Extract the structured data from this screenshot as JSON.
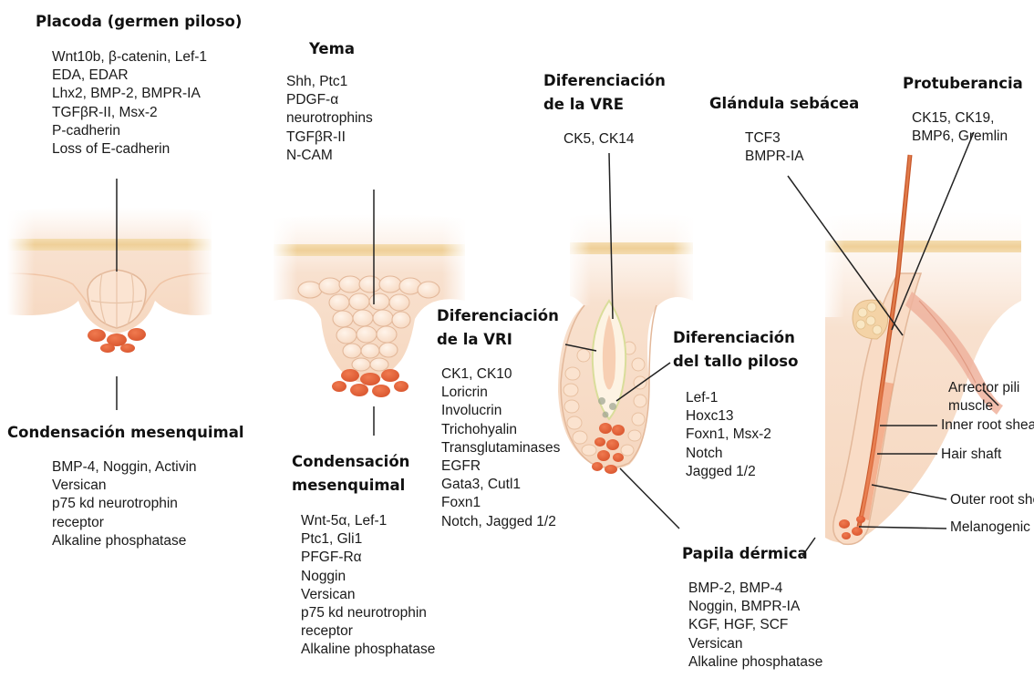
{
  "stage1": {
    "heading": "Placoda (germen piloso)",
    "markers": [
      "Wnt10b, β-catenin, Lef-1",
      "EDA, EDAR",
      "Lhx2, BMP-2, BMPR-IA",
      "TGFβR-II, Msx-2",
      "P-cadherin",
      "Loss of E-cadherin"
    ],
    "condensation": {
      "heading": "Condensación mesenquimal",
      "markers": [
        "BMP-4, Noggin, Activin",
        "Versican",
        "p75 kd neurotrophin",
        "receptor",
        "Alkaline phosphatase"
      ]
    }
  },
  "stage2": {
    "heading": "Yema",
    "markers": [
      "Shh, Ptc1",
      "PDGF-α",
      "neurotrophins",
      "TGFβR-II",
      "N-CAM"
    ],
    "condensation": {
      "heading_line1": "Condensación",
      "heading_line2": "mesenquimal",
      "markers": [
        "Wnt-5α, Lef-1",
        "Ptc1, Gli1",
        "PFGF-Rα",
        "Noggin",
        "Versican",
        "p75 kd neurotrophin",
        "receptor",
        "Alkaline phosphatase"
      ]
    }
  },
  "stage3": {
    "vre": {
      "heading_line1": "Diferenciación",
      "heading_line2": "de la VRE",
      "markers": [
        "CK5, CK14"
      ]
    },
    "vri": {
      "heading_line1": "Diferenciación",
      "heading_line2": "de la VRI",
      "markers": [
        "CK1, CK10",
        "Loricrin",
        "Involucrin",
        "Trichohyalin",
        "Transglutaminases",
        "EGFR",
        "Gata3, Cutl1",
        "Foxn1",
        "Notch, Jagged 1/2"
      ]
    },
    "shaft": {
      "heading_line1": "Diferenciación",
      "heading_line2": "del tallo piloso",
      "markers": [
        "Lef-1",
        "Hoxc13",
        "Foxn1, Msx-2",
        "Notch",
        "Jagged 1/2"
      ]
    },
    "papilla": {
      "heading": "Papila dérmica",
      "markers": [
        "BMP-2, BMP-4",
        "Noggin, BMPR-IA",
        "KGF, HGF, SCF",
        "Versican",
        "Alkaline phosphatase"
      ]
    }
  },
  "stage4": {
    "sebaceous": {
      "heading": "Glándula sebácea",
      "markers": [
        "TCF3",
        "BMPR-IA"
      ]
    },
    "bulge": {
      "heading": "Protuberancia",
      "markers": [
        "CK15, CK19,",
        "BMP6, Gremlin"
      ]
    },
    "labels": {
      "arrector_line1": "Arrector pili",
      "arrector_line2": "muscle",
      "inner_root_sheath": "Inner root sheath",
      "hair_shaft": "Hair shaft",
      "outer_root_sheath": "Outer root sheath",
      "melanogenic_area": "Melanogenic area"
    }
  },
  "colors": {
    "skin": "#f7dcc6",
    "dermis_band": "#f0cf9a",
    "cell_fill": "#fbe7d6",
    "cell_stroke": "#e3b89a",
    "papilla": "#e8683f",
    "hair": "#e06a3a",
    "leader": "#222222"
  }
}
